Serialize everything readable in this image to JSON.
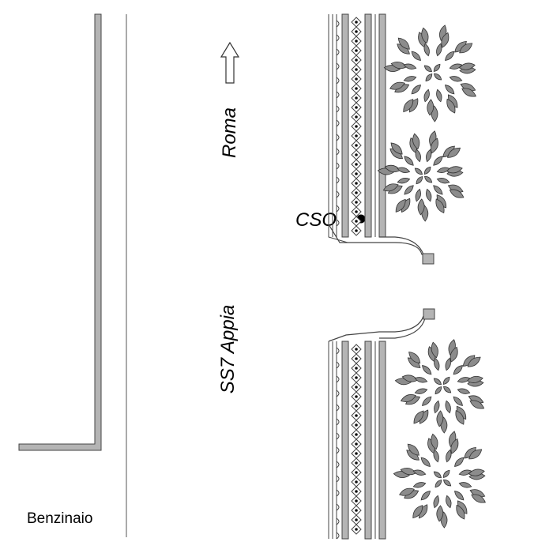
{
  "labels": {
    "direction": "Roma",
    "road": "SS7 Appia",
    "point": "CSO",
    "station": "Benzinaio"
  },
  "colors": {
    "stroke": "#444444",
    "road_fill": "#b4b4b4",
    "foliage": "#8c8c8c",
    "dot": "#000000",
    "background": "#ffffff"
  },
  "icons": {
    "direction_arrow": "arrow-up-icon",
    "trees": "tree-canopy-icon",
    "point_marker": "dot-marker-icon"
  }
}
